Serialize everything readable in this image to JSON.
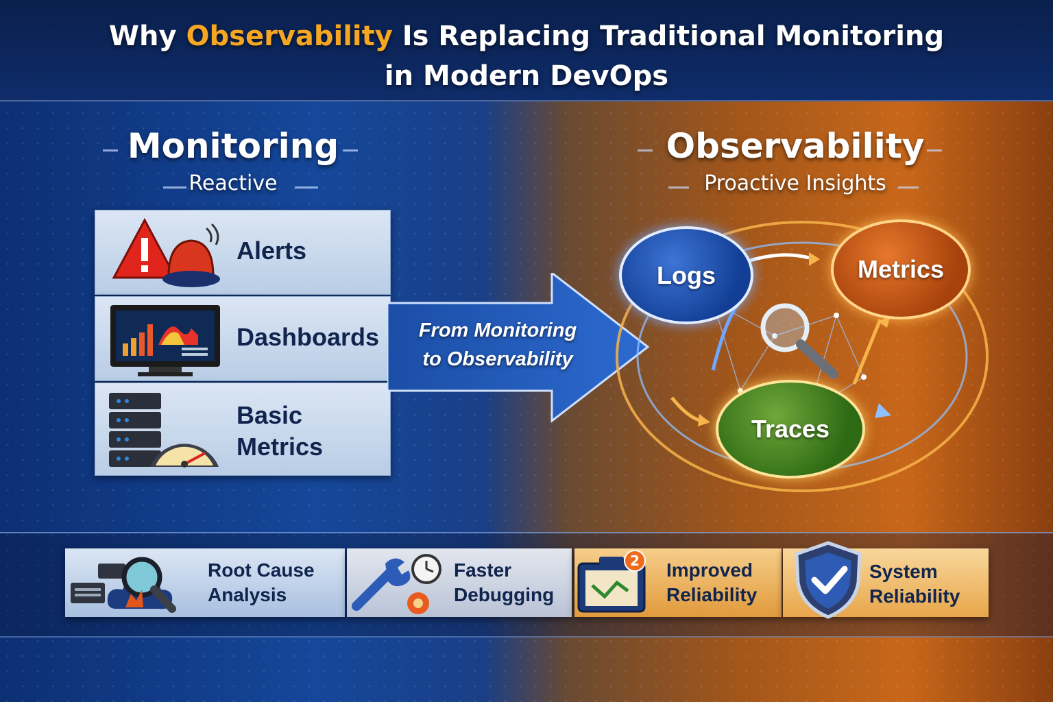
{
  "header": {
    "title_prefix": "Why ",
    "title_highlight": "Observability",
    "title_suffix": " Is Replacing Traditional Monitoring",
    "title_line2": "in Modern DevOps"
  },
  "monitoring": {
    "title": "Monitoring",
    "subtitle": "Reactive",
    "items": [
      {
        "label": "Alerts",
        "icon": "alert-siren-icon"
      },
      {
        "label": "Dashboards",
        "icon": "monitor-dashboard-icon"
      },
      {
        "label_line1": "Basic",
        "label_line2": "Metrics",
        "icon": "server-gauge-icon"
      }
    ]
  },
  "transition": {
    "line1": "From Monitoring",
    "line2": "to Observability"
  },
  "observability": {
    "title": "Observability",
    "subtitle": "Proactive Insights",
    "nodes": {
      "logs": "Logs",
      "metrics": "Metrics",
      "traces": "Traces"
    }
  },
  "benefits": [
    {
      "line1": "Root Cause",
      "line2": "Analysis",
      "icon": "magnifier-cloud-icon"
    },
    {
      "line1": "Faster",
      "line2": "Debugging",
      "icon": "wrench-clock-icon"
    },
    {
      "line1": "Improved",
      "line2": "Reliability",
      "icon": "toolbox-chart-icon",
      "badge": "2"
    },
    {
      "line1": "System",
      "line2": "Reliability",
      "icon": "shield-check-icon"
    }
  ],
  "colors": {
    "highlight": "#f5a623",
    "logs": "#1e56b8",
    "metrics": "#c85a16",
    "traces": "#4a8a24"
  }
}
